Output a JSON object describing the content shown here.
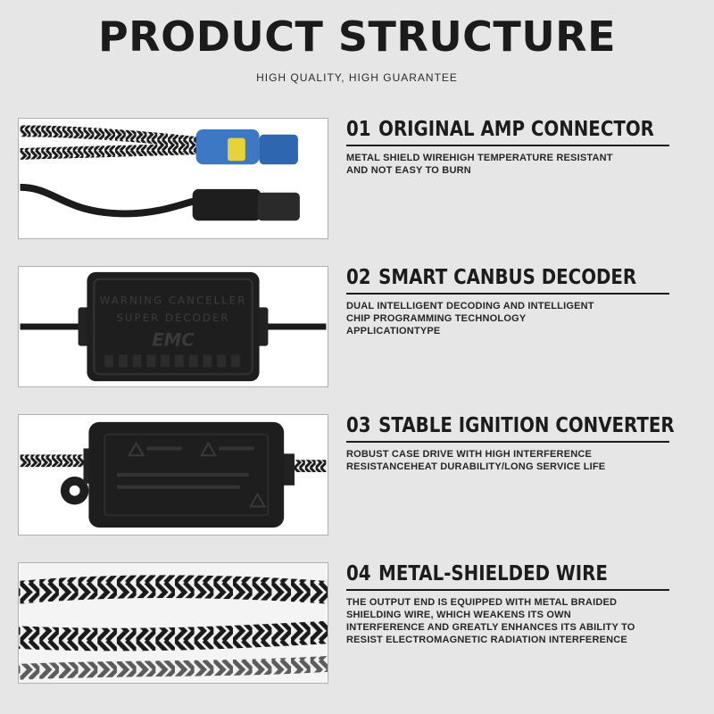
{
  "header": {
    "title": "PRODUCT STRUCTURE",
    "subtitle": "HIGH QUALITY, HIGH GUARANTEE"
  },
  "features": [
    {
      "number": "01",
      "title": "ORIGINAL AMP CONNECTOR",
      "description": "METAL SHIELD WIREHIGH TEMPERATURE RESISTANT\nAND NOT EASY TO BURN",
      "image_icon": "amp-connector-icon"
    },
    {
      "number": "02",
      "title": "SMART CANBUS DECODER",
      "description": "DUAL INTELLIGENT DECODING AND INTELLIGENT\nCHIP PROGRAMMING TECHNOLOGY\nAPPLICATIONTYPE",
      "image_icon": "canbus-decoder-icon",
      "product_label": [
        "WARNING CANCELLER",
        "SUPER DECODER",
        "EMC"
      ]
    },
    {
      "number": "03",
      "title": "STABLE IGNITION CONVERTER",
      "description": "ROBUST CASE DRIVE WITH HIGH INTERFERENCE\nRESISTANCEHEAT DURABILITY/LONG SERVICE LIFE",
      "image_icon": "ignition-converter-icon"
    },
    {
      "number": "04",
      "title": "METAL-SHIELDED WIRE",
      "description": "THE OUTPUT END IS EQUIPPED WITH METAL BRAIDED\nSHIELDING WIRE, WHICH WEAKENS ITS OWN\nINTERFERENCE AND GREATLY ENHANCES ITS ABILITY TO\nRESIST ELECTROMAGNETIC RADIATION INTERFERENCE",
      "image_icon": "shielded-wire-icon"
    }
  ],
  "colors": {
    "background": "#e6e6e6",
    "text": "#1c1c1c",
    "connector_blue": "#3d78c4",
    "seal_yellow": "#e8d23a",
    "housing_black": "#1e1e1e"
  }
}
